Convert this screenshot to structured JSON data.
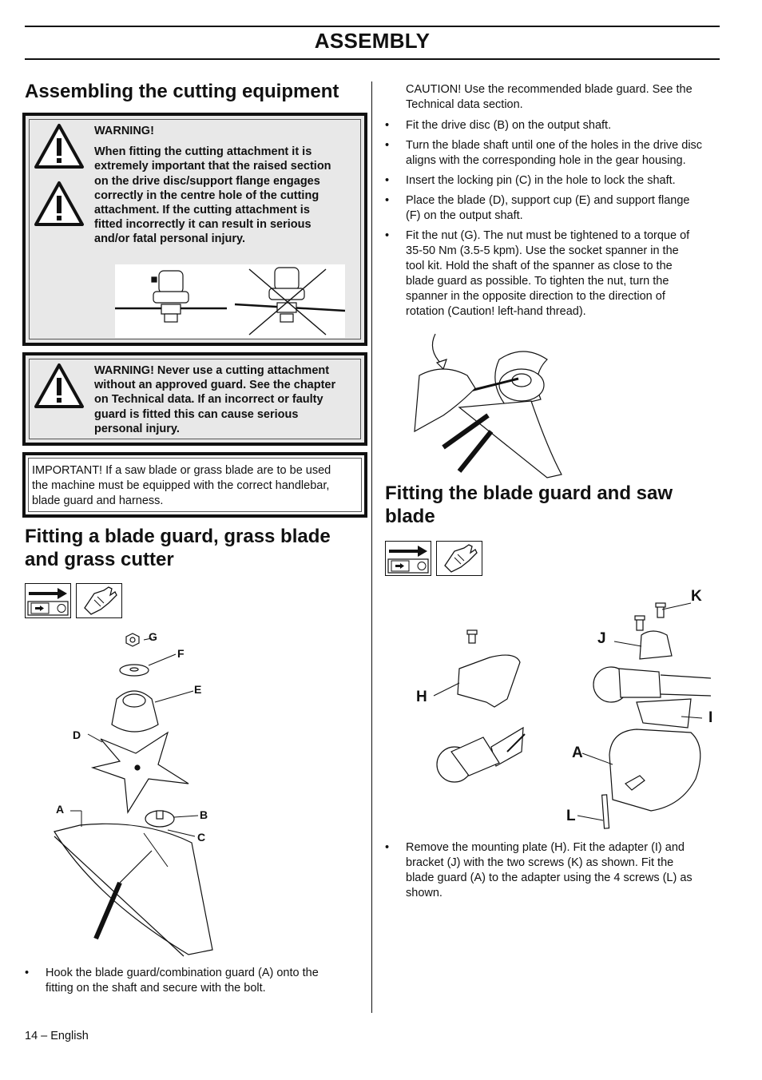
{
  "header": {
    "section_title": "ASSEMBLY"
  },
  "left": {
    "heading1": "Assembling the cutting equipment",
    "warning1": {
      "title": "WARNING!",
      "lines": [
        "When fitting the cutting attachment it is",
        "extremely important that the raised section",
        "on the drive disc/support flange engages",
        "correctly in the centre hole of the cutting",
        "attachment. If the cutting attachment is",
        "fitted incorrectly it can result in serious",
        "and/or fatal personal injury."
      ]
    },
    "warning2": {
      "lines": [
        "WARNING! Never use a cutting attachment",
        "without an approved guard. See the chapter",
        "on Technical data. If an incorrect or faulty",
        "guard is fitted this can cause serious",
        "personal injury."
      ]
    },
    "important": {
      "lines": [
        "IMPORTANT! If a saw blade or grass blade are to be used",
        "the machine must be equipped with the correct handlebar,",
        "blade guard and harness."
      ]
    },
    "heading2_line1": "Fitting a blade guard, grass blade",
    "heading2_line2": "and grass cutter",
    "figure_labels": {
      "g": "G",
      "f": "F",
      "e": "E",
      "d": "D",
      "a": "A",
      "b": "B",
      "c": "C"
    },
    "bullet": {
      "line1": "Hook the blade guard/combination guard (A) onto the",
      "line2": "fitting on the shaft and secure with the bolt."
    }
  },
  "right": {
    "caution_line1": "CAUTION! Use the recommended blade guard. See the",
    "caution_line2": "Technical data section.",
    "bullets": [
      {
        "lines": [
          "Fit the drive disc (B) on the output shaft."
        ]
      },
      {
        "lines": [
          "Turn the blade shaft until one of the holes in the drive disc",
          "aligns with the corresponding hole in the gear housing."
        ]
      },
      {
        "lines": [
          "Insert the locking pin (C) in the hole to lock the shaft."
        ]
      },
      {
        "lines": [
          "Place the blade (D), support cup (E) and support flange",
          "(F) on the output shaft."
        ]
      },
      {
        "lines": [
          "Fit the nut (G). The nut must be tightened to a torque of",
          "35-50 Nm (3.5-5 kpm). Use the socket spanner in the",
          "tool kit. Hold the shaft of the spanner as close to the",
          "blade guard as possible. To tighten the nut, turn the",
          "spanner in the opposite direction to the direction of",
          "rotation (Caution! left-hand thread)."
        ]
      }
    ],
    "heading3_line1": "Fitting the blade guard and saw",
    "heading3_line2": "blade",
    "figure_labels": {
      "k": "K",
      "j": "J",
      "h": "H",
      "i": "I",
      "a": "A",
      "l": "L"
    },
    "bullet_last": {
      "lines": [
        "Remove the mounting plate (H). Fit the adapter (I) and",
        "bracket (J) with the two screws (K) as shown. Fit the",
        "blade guard (A) to the adapter using the 4 screws (L) as",
        "shown."
      ]
    }
  },
  "footer": {
    "page": "14 – English"
  },
  "icons": [
    "warning-triangle-icon",
    "arrow-right-icon",
    "glove-icon",
    "stop-icon"
  ]
}
